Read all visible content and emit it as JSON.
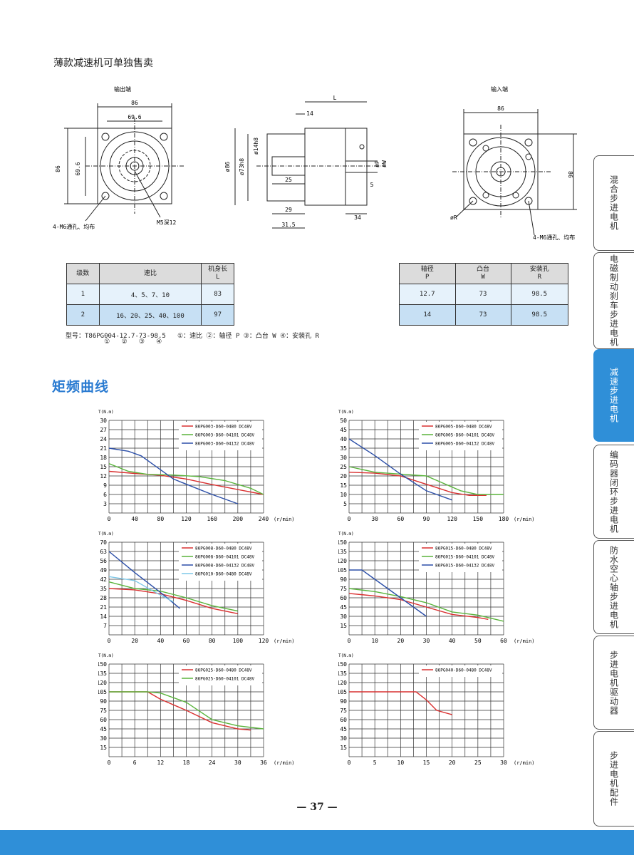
{
  "section_title": "薄款减速机可单独售卖",
  "drawings": {
    "output_label": "输出端",
    "input_label": "输入端",
    "output_dims": {
      "d86": "86",
      "d69": "69.6",
      "side86": "86",
      "side69": "69.6",
      "holes": "4-M6通孔、均布",
      "m5": "M5深12"
    },
    "side_dims": {
      "L": "L",
      "d14": "14",
      "d14h8": "ø14h8",
      "d86": "ø86",
      "d73": "ø73h8",
      "d25": "25",
      "d5": "5",
      "d29": "29",
      "d31": "31.5",
      "d34": "34",
      "P": "øP",
      "W": "øW"
    },
    "input_dims": {
      "d86": "86",
      "side86": "86",
      "R": "øR",
      "holes": "4-M6通孔、均布"
    }
  },
  "table1": {
    "headers": [
      "级数",
      "速比",
      "机身长\nL"
    ],
    "header3a": "机身长",
    "header3b": "L",
    "rows": [
      [
        "1",
        "4、5、7、10",
        "83"
      ],
      [
        "2",
        "16、20、25、40、100",
        "97"
      ]
    ]
  },
  "table2": {
    "h1a": "轴径",
    "h1b": "P",
    "h2a": "凸台",
    "h2b": "W",
    "h3a": "安装孔",
    "h3b": "R",
    "rows": [
      [
        "12.7",
        "73",
        "98.5"
      ],
      [
        "14",
        "73",
        "98.5"
      ]
    ]
  },
  "model_line": "型号：T86PG004-12.7-73-98.5   ①：速比 ②：轴径 P ③：凸台 W ④：安装孔 R",
  "model_sub": "          ①   ②   ③   ④",
  "curves_title": "矩频曲线",
  "colors": {
    "red": "#d93030",
    "green": "#5ab43c",
    "blue": "#2c4fa8",
    "cyan": "#7fc8e8",
    "accent": "#2f8fd8"
  },
  "chart_data": [
    {
      "type": "line",
      "ylabel": "T(N.m)",
      "xlabel": "(r/min)",
      "xlim": [
        0,
        240
      ],
      "ylim": [
        0,
        30
      ],
      "xticks": [
        0,
        40,
        80,
        120,
        160,
        200,
        240
      ],
      "yticks": [
        3,
        6,
        9,
        12,
        15,
        18,
        21,
        24,
        27,
        30
      ],
      "series": [
        {
          "name": "86PG003-D60-0480 DC48V",
          "color": "#d93030",
          "x": [
            0,
            40,
            80,
            120,
            160,
            200,
            240
          ],
          "y": [
            13.5,
            12.8,
            12.2,
            11,
            9.2,
            7.6,
            6
          ]
        },
        {
          "name": "86PG003-D60-04101 DC48V",
          "color": "#5ab43c",
          "x": [
            0,
            30,
            60,
            100,
            140,
            180,
            220,
            240
          ],
          "y": [
            16,
            13.5,
            12.5,
            12.3,
            11.8,
            10.5,
            8,
            6
          ]
        },
        {
          "name": "86PG003-D60-04132 DC48V",
          "color": "#2c4fa8",
          "x": [
            0,
            30,
            50,
            70,
            100,
            130,
            160,
            200
          ],
          "y": [
            21,
            20,
            18.5,
            15.5,
            11,
            8.5,
            6,
            3
          ]
        }
      ]
    },
    {
      "type": "line",
      "ylabel": "T(N.m)",
      "xlabel": "(r/min)",
      "xlim": [
        0,
        180
      ],
      "ylim": [
        0,
        50
      ],
      "xticks": [
        0,
        30,
        60,
        90,
        120,
        150,
        180
      ],
      "yticks": [
        5,
        10,
        15,
        20,
        25,
        30,
        35,
        40,
        45,
        50
      ],
      "series": [
        {
          "name": "86PG005-D60-0480 DC48V",
          "color": "#d93030",
          "x": [
            0,
            30,
            60,
            80,
            100,
            120,
            140,
            160
          ],
          "y": [
            22,
            21.5,
            20,
            17,
            14,
            11,
            9.5,
            9.5
          ]
        },
        {
          "name": "86PG005-D60-04101 DC48V",
          "color": "#5ab43c",
          "x": [
            0,
            30,
            60,
            90,
            110,
            130,
            150,
            180
          ],
          "y": [
            25,
            22,
            21,
            20,
            16,
            12,
            10,
            10
          ]
        },
        {
          "name": "86PG005-D60-04132 DC48V",
          "color": "#2c4fa8",
          "x": [
            0,
            30,
            60,
            90,
            120
          ],
          "y": [
            40,
            31,
            21,
            12,
            7
          ]
        }
      ]
    },
    {
      "type": "line",
      "ylabel": "T(N.m)",
      "xlabel": "(r/min)",
      "xlim": [
        0,
        120
      ],
      "ylim": [
        0,
        70
      ],
      "xticks": [
        0,
        20,
        40,
        60,
        80,
        100,
        120
      ],
      "yticks": [
        7,
        14,
        21,
        28,
        35,
        42,
        49,
        56,
        63,
        70
      ],
      "series": [
        {
          "name": "86PG008-D60-0480 DC48V",
          "color": "#d93030",
          "x": [
            0,
            20,
            40,
            60,
            80,
            100
          ],
          "y": [
            35,
            34,
            31,
            26,
            20,
            16
          ]
        },
        {
          "name": "86PG008-D60-04101 DC48V",
          "color": "#5ab43c",
          "x": [
            0,
            20,
            40,
            60,
            80,
            100
          ],
          "y": [
            40,
            35,
            33,
            28,
            22,
            18
          ]
        },
        {
          "name": "86PG008-D60-04132 DC48V",
          "color": "#2c4fa8",
          "x": [
            0,
            20,
            40,
            55
          ],
          "y": [
            63,
            47,
            32,
            20
          ]
        },
        {
          "name": "86PG010-D60-0480 DC48V",
          "color": "#7fc8e8",
          "x": [
            0,
            20,
            40,
            50
          ],
          "y": [
            44,
            41,
            30,
            25
          ]
        }
      ]
    },
    {
      "type": "line",
      "ylabel": "T(N.m)",
      "xlabel": "(r/min)",
      "xlim": [
        0,
        60
      ],
      "ylim": [
        0,
        150
      ],
      "xticks": [
        0,
        10,
        20,
        30,
        40,
        50,
        60
      ],
      "yticks": [
        15,
        30,
        45,
        60,
        75,
        90,
        105,
        120,
        135,
        150
      ],
      "series": [
        {
          "name": "86PG015-D60-0480 DC48V",
          "color": "#d93030",
          "x": [
            0,
            10,
            20,
            30,
            40,
            50,
            54
          ],
          "y": [
            67,
            63,
            57,
            45,
            33,
            28,
            25
          ]
        },
        {
          "name": "86PG015-D60-04101 DC48V",
          "color": "#5ab43c",
          "x": [
            0,
            10,
            20,
            30,
            40,
            50,
            60
          ],
          "y": [
            75,
            70,
            62,
            52,
            37,
            32,
            22
          ]
        },
        {
          "name": "86PG015-D60-04132 DC48V",
          "color": "#2c4fa8",
          "x": [
            0,
            5,
            10,
            20,
            30
          ],
          "y": [
            105,
            105,
            90,
            60,
            30
          ]
        }
      ]
    },
    {
      "type": "line",
      "ylabel": "T(N.m)",
      "xlabel": "(r/min)",
      "xlim": [
        0,
        36
      ],
      "ylim": [
        0,
        150
      ],
      "xticks": [
        0,
        6,
        12,
        18,
        24,
        30,
        36
      ],
      "yticks": [
        15,
        30,
        45,
        60,
        75,
        90,
        105,
        120,
        135,
        150
      ],
      "series": [
        {
          "name": "86PG025-D60-0480 DC48V",
          "color": "#d93030",
          "x": [
            0,
            9,
            12,
            18,
            24,
            30,
            33
          ],
          "y": [
            105,
            105,
            93,
            75,
            55,
            45,
            43
          ]
        },
        {
          "name": "86PG025-D60-04101 DC48V",
          "color": "#5ab43c",
          "x": [
            0,
            9,
            12,
            18,
            24,
            30,
            36
          ],
          "y": [
            105,
            105,
            103,
            88,
            60,
            50,
            45
          ]
        }
      ]
    },
    {
      "type": "line",
      "ylabel": "T(N.m)",
      "xlabel": "(r/min)",
      "xlim": [
        0,
        30
      ],
      "ylim": [
        0,
        150
      ],
      "xticks": [
        0,
        5,
        10,
        15,
        20,
        25,
        30
      ],
      "yticks": [
        15,
        30,
        45,
        60,
        75,
        90,
        105,
        120,
        135,
        150
      ],
      "series": [
        {
          "name": "86PG040-D60-0480 DC48V",
          "color": "#d93030",
          "x": [
            0,
            5,
            10,
            13,
            15,
            17,
            20
          ],
          "y": [
            105,
            105,
            105,
            105,
            92,
            75,
            68
          ]
        }
      ]
    }
  ],
  "side_tabs": [
    "混合步进电机",
    "电磁制动刹车步进电机",
    "减速步进电机",
    "编码器闭环步进电机",
    "防水空心轴步进电机",
    "步进电机驱动器",
    "步进电机配件"
  ],
  "page_number": "— 37 —"
}
